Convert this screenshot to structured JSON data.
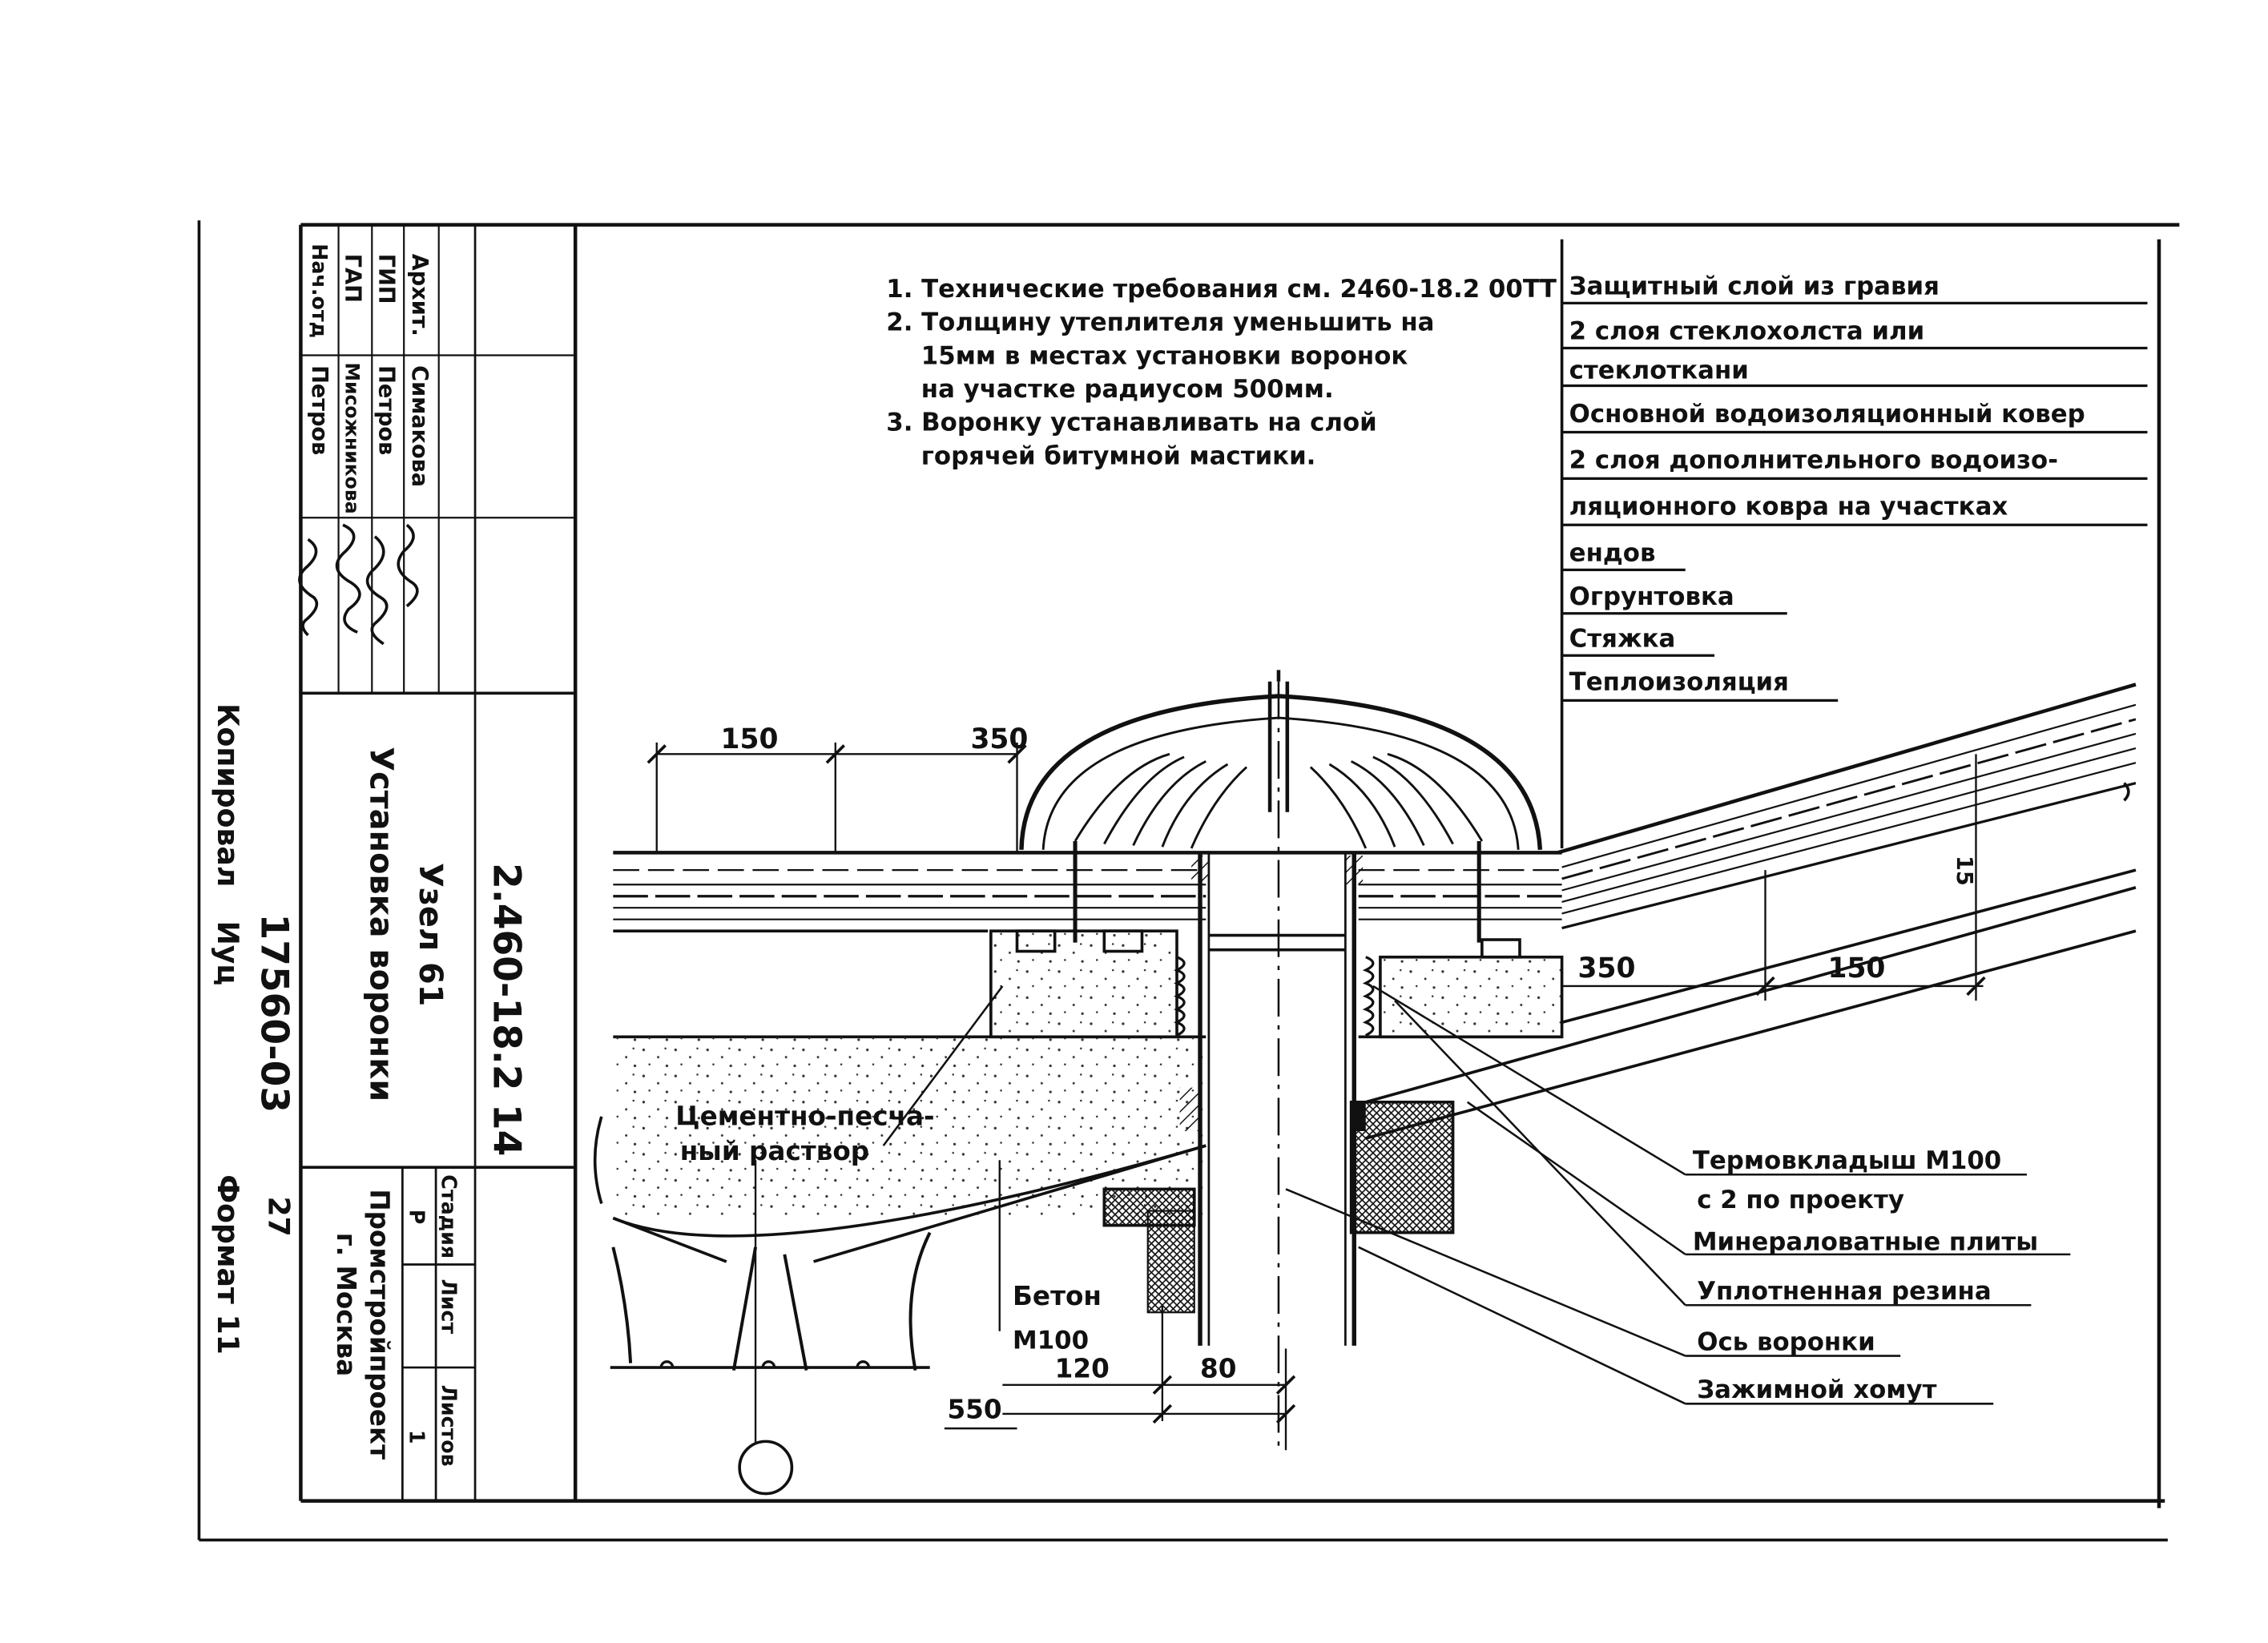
{
  "notes": [
    "1. Технические требования см. 2460-18.2 00ТТ",
    "2. Толщину утеплителя уменьшить на",
    "15мм в местах установки воронок",
    "на участке радиусом 500мм.",
    "3. Воронку устанавливать на слой",
    "горячей битумной мастики."
  ],
  "layers": [
    "Защитный слой из гравия",
    "2 слоя стеклохолста или",
    "стеклоткани",
    "Основной водоизоляционный ковер",
    "2 слоя дополнительного водоизо-",
    "ляционного ковра на участках",
    "ендов",
    "Огрунтовка",
    "Стяжка",
    "Теплоизоляция"
  ],
  "callouts": [
    "Термовкладыш М100",
    "с 2 по проекту",
    "Минераловатные плиты",
    "Уплотненная резина",
    "Ось воронки",
    "Зажимной хомут"
  ],
  "labels": {
    "mortar_1": "Цементно-песча-",
    "mortar_2": "ный раствор",
    "concrete": "Бетон",
    "concrete_grade": "М100"
  },
  "dimensions": {
    "d150_left": "150",
    "d350_left": "350",
    "d350_right": "350",
    "d150_right": "150",
    "d15": "15",
    "d120": "120",
    "d80": "80",
    "d550": "550"
  },
  "title_block": {
    "roles": [
      "Архит.",
      "ГИП",
      "ГАП",
      "Нач.отд"
    ],
    "names": [
      "Симакова",
      "Петров",
      "Мисожникова",
      "Петров"
    ],
    "doc_code": "2.460-18.2 14",
    "node": "Узел 61",
    "title": "Установка воронки",
    "stage_header": "Стадия",
    "sheet_header": "Лист",
    "sheets_header": "Листов",
    "stage": "Р",
    "sheets": "1",
    "org": "Промстройпроект",
    "city": "г. Москва"
  },
  "margin": {
    "copied": "Копировал",
    "copier": "Иуц",
    "order": "17560-03",
    "page": "27",
    "format": "Формат 11"
  }
}
